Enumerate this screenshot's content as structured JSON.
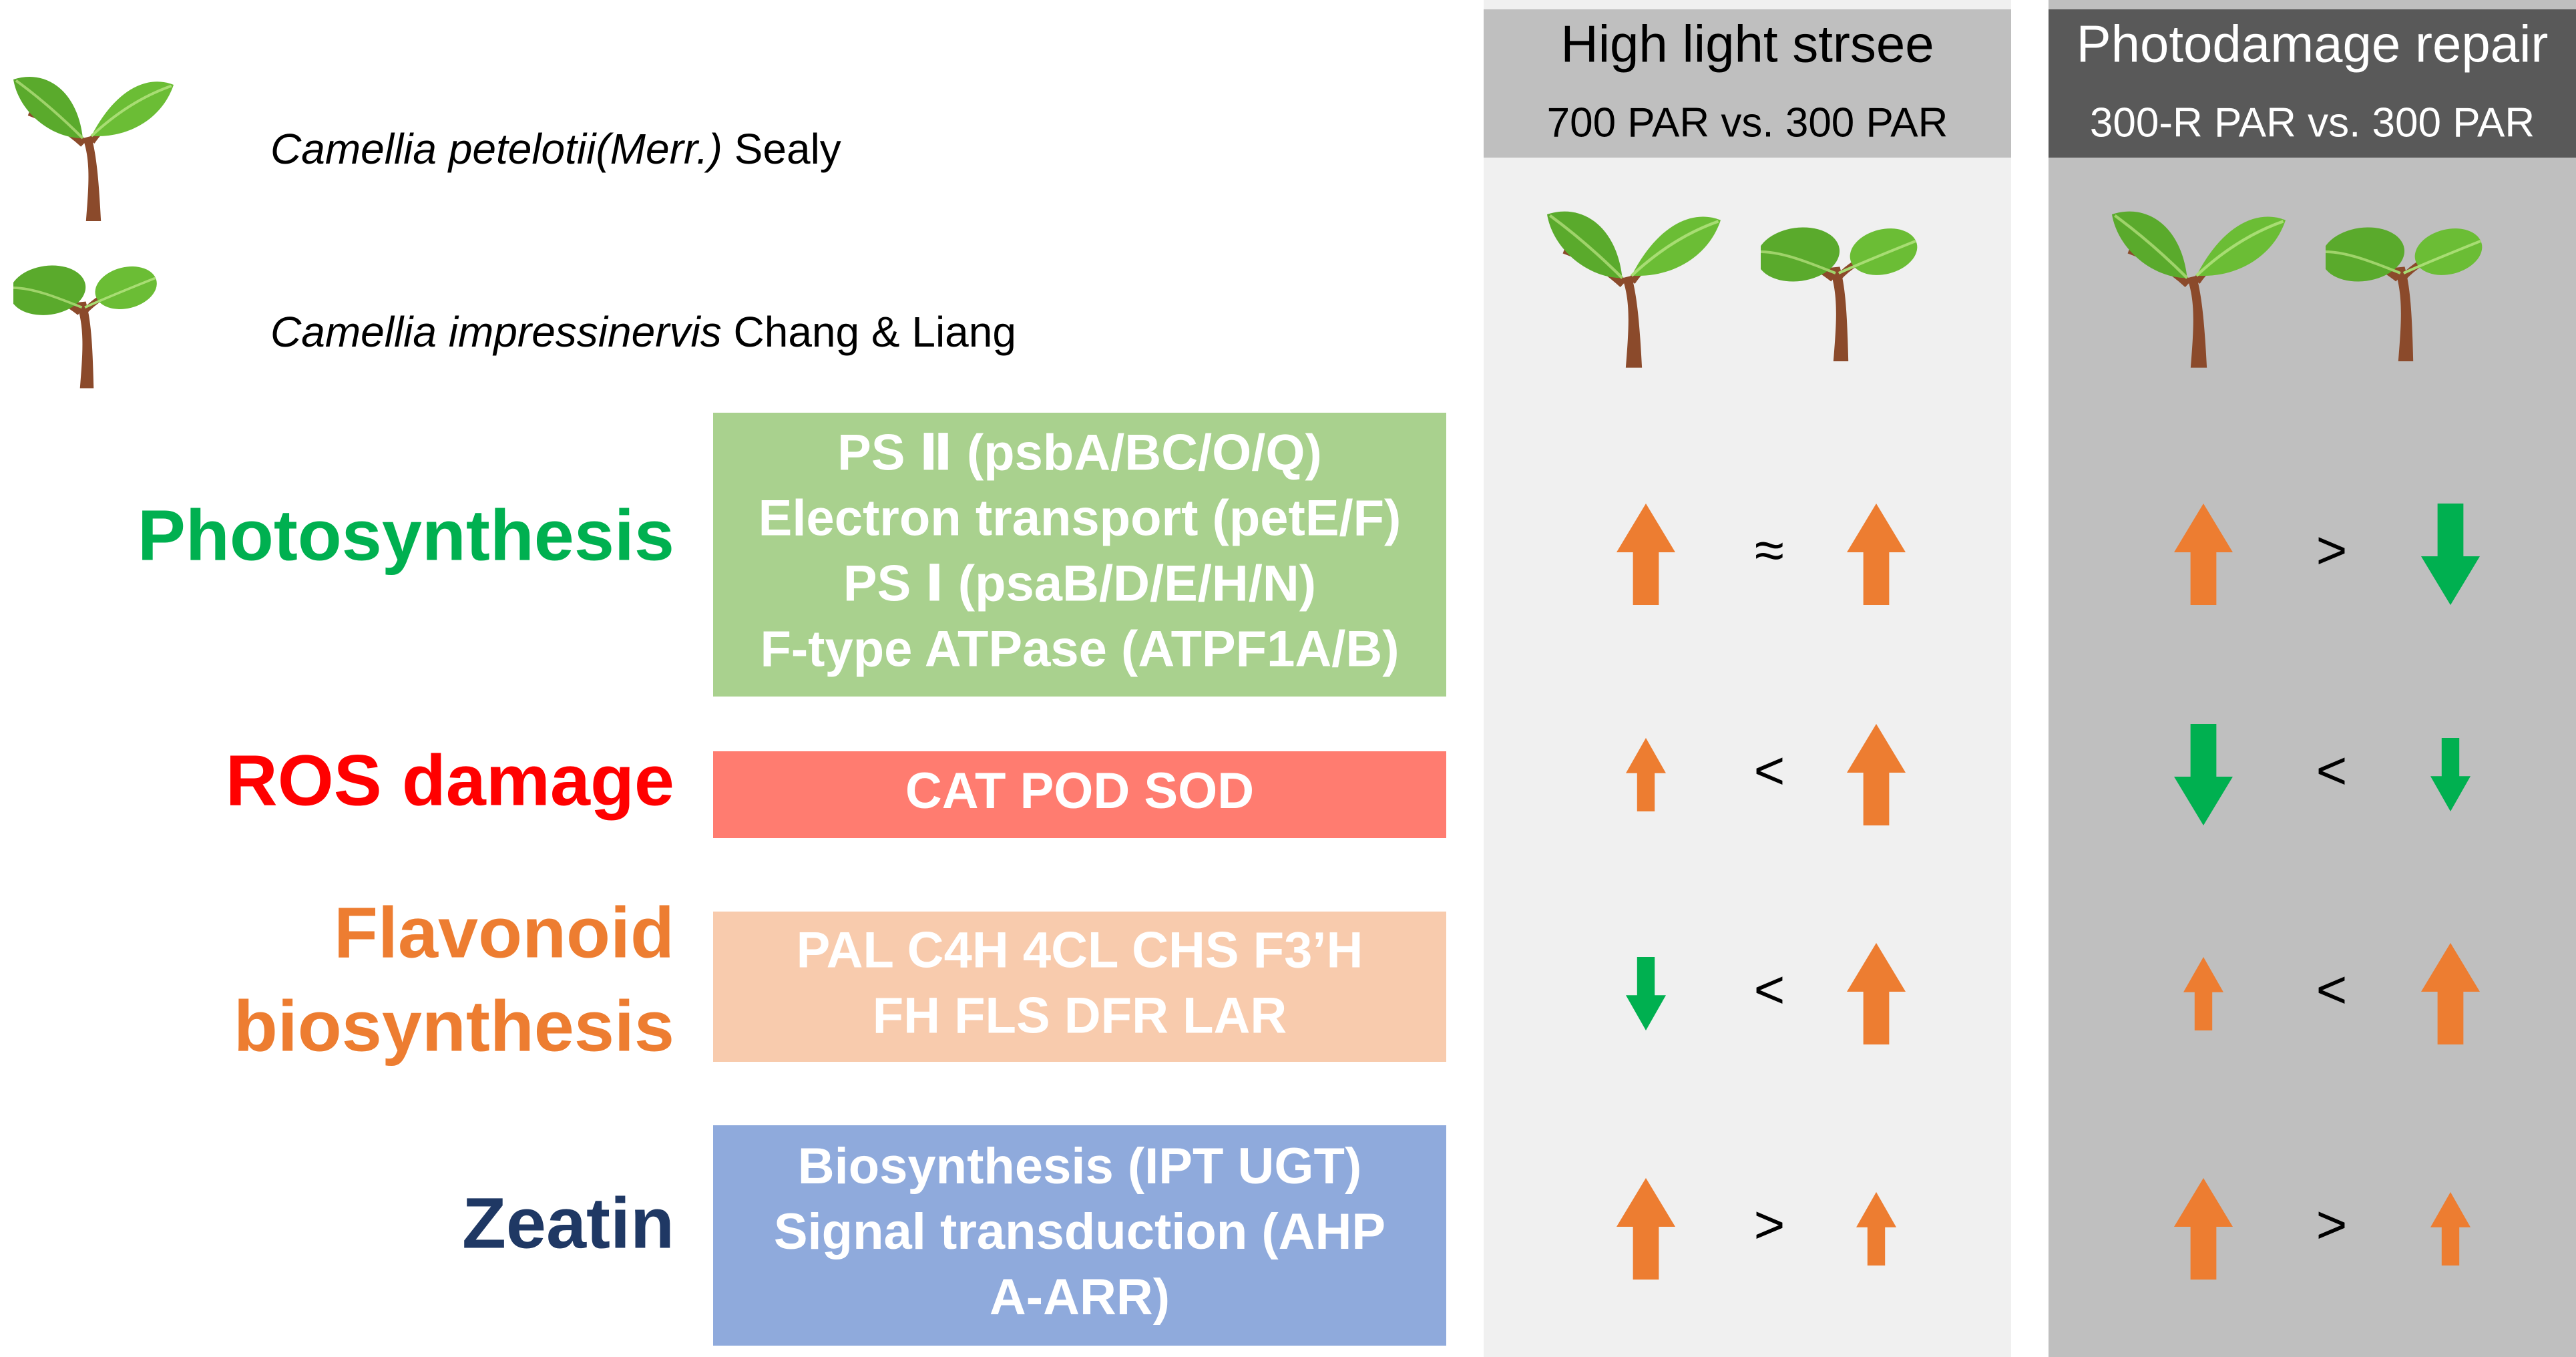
{
  "species": [
    {
      "italic": "Camellia petelotii(Merr.)",
      "rest": " Sealy",
      "plant": "pointed"
    },
    {
      "italic": "Camellia impressinervis",
      "rest": " Chang & Liang",
      "plant": "round"
    }
  ],
  "conditions": [
    {
      "title": "High light strsee",
      "subtitle": "700 PAR vs. 300 PAR",
      "bg": "#f0f0f0",
      "header_bg": "#bfbfbf",
      "title_color": "#000000"
    },
    {
      "title": "Photodamage repair",
      "subtitle": "300-R PAR vs. 300 PAR",
      "bg": "#bfbfbf",
      "header_bg": "#595959",
      "title_color": "#ffffff"
    }
  ],
  "pathways": [
    {
      "label_lines": [
        "Photosynthesis"
      ],
      "color": "#00b050",
      "box_color": "#a9d18e",
      "genes": [
        "PS Ⅱ (psbA/BC/O/Q)",
        "Electron transport (petE/F)",
        "PS Ⅰ (psaB/D/E/H/N)",
        "F-type ATPase (ATPF1A/B)"
      ],
      "comparisons": [
        {
          "left": {
            "dir": "up",
            "size": "large"
          },
          "symbol": "≈",
          "right": {
            "dir": "up",
            "size": "large"
          }
        },
        {
          "left": {
            "dir": "up",
            "size": "large"
          },
          "symbol": ">",
          "right": {
            "dir": "down",
            "size": "large"
          }
        }
      ]
    },
    {
      "label_lines": [
        "ROS damage"
      ],
      "color": "#ff0000",
      "box_color": "#ff7c70",
      "genes": [
        "CAT POD SOD"
      ],
      "comparisons": [
        {
          "left": {
            "dir": "up",
            "size": "small"
          },
          "symbol": "<",
          "right": {
            "dir": "up",
            "size": "large"
          }
        },
        {
          "left": {
            "dir": "down",
            "size": "large"
          },
          "symbol": "<",
          "right": {
            "dir": "down",
            "size": "small"
          }
        }
      ]
    },
    {
      "label_lines": [
        "Flavonoid",
        "biosynthesis"
      ],
      "color": "#ed7d31",
      "box_color": "#f8cbad",
      "genes": [
        "PAL C4H 4CL CHS F3’H",
        "FH FLS DFR LAR"
      ],
      "comparisons": [
        {
          "left": {
            "dir": "down",
            "size": "small"
          },
          "symbol": "<",
          "right": {
            "dir": "up",
            "size": "large"
          }
        },
        {
          "left": {
            "dir": "up",
            "size": "small"
          },
          "symbol": "<",
          "right": {
            "dir": "up",
            "size": "large"
          }
        }
      ]
    },
    {
      "label_lines": [
        "Zeatin"
      ],
      "color": "#1f3864",
      "box_color": "#8faadc",
      "genes": [
        "Biosynthesis (IPT UGT)",
        "Signal transduction (AHP",
        "A-ARR)"
      ],
      "comparisons": [
        {
          "left": {
            "dir": "up",
            "size": "large"
          },
          "symbol": ">",
          "right": {
            "dir": "up",
            "size": "small"
          }
        },
        {
          "left": {
            "dir": "up",
            "size": "large"
          },
          "symbol": ">",
          "right": {
            "dir": "up",
            "size": "small"
          }
        }
      ]
    }
  ],
  "arrow_colors": {
    "up": "#ed7d31",
    "down": "#00b050"
  }
}
